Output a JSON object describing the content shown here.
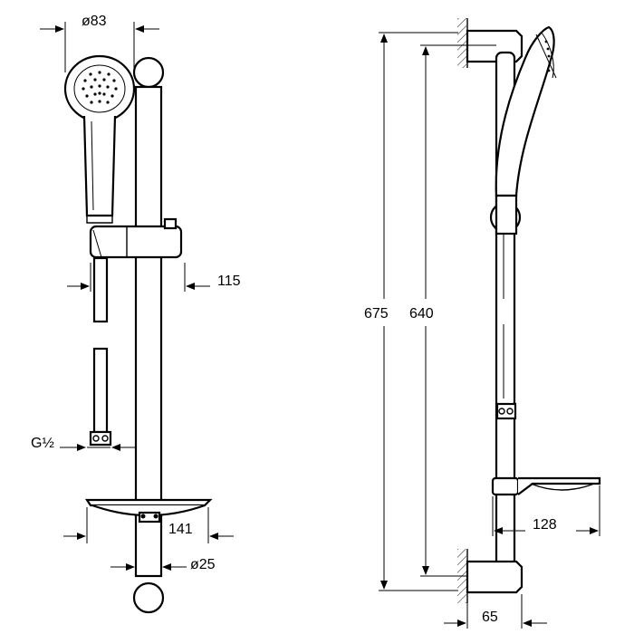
{
  "dimensions": {
    "head_diameter": "ø83",
    "slider_offset": "115",
    "hose_thread": "G½",
    "soap_dish_width": "141",
    "rail_diameter": "ø25",
    "overall_height": "675",
    "bracket_spacing": "640",
    "dish_projection": "128",
    "wall_projection": "65"
  },
  "colors": {
    "line": "#000000",
    "background": "#ffffff"
  }
}
